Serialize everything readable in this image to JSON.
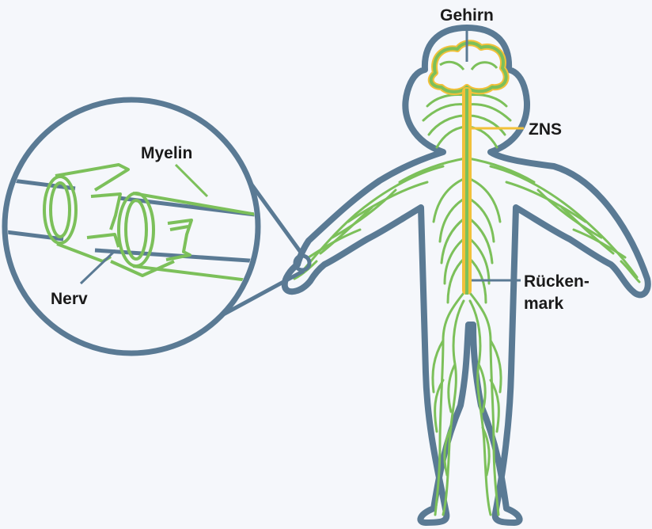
{
  "diagram": {
    "labels": {
      "brain": "Gehirn",
      "cns": "ZNS",
      "spinal_cord_line1": "Rücken-",
      "spinal_cord_line2": "mark",
      "myelin": "Myelin",
      "nerve": "Nerv"
    },
    "colors": {
      "background": "#f5f7fb",
      "outline": "#5a7a94",
      "nerves": "#7cc05a",
      "cns_highlight": "#f2c13a",
      "text": "#1a1a1a"
    }
  }
}
